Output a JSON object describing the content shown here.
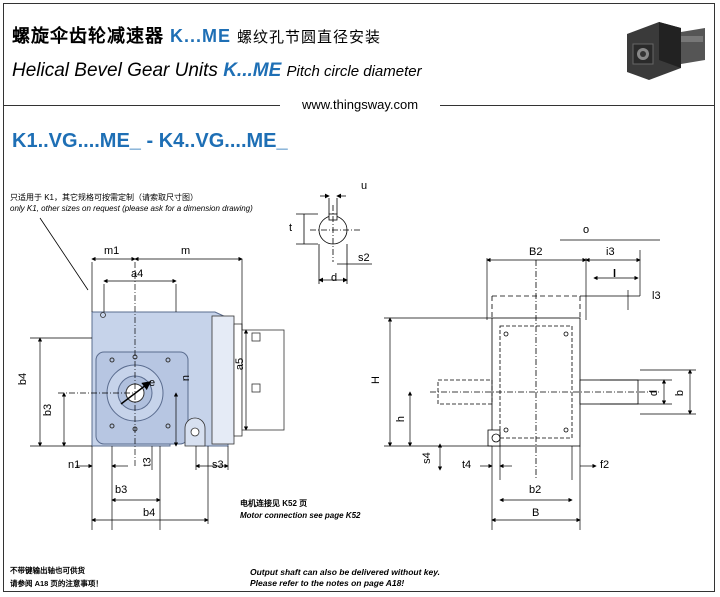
{
  "header": {
    "title_cn": "螺旋伞齿轮减速器",
    "series_code": "K...ME",
    "subtitle_cn": "螺纹孔节圆直径安装",
    "title_en": "Helical Bevel Gear Units",
    "subtitle_en": "Pitch circle diameter",
    "website": "www.thingsway.com"
  },
  "section": {
    "title": "K1..VG....ME_ - K4..VG....ME_"
  },
  "notes": {
    "only_k1_cn": "只适用于 K1，其它规格可按需定制（请索取尺寸图）",
    "only_k1_en": "only K1, other sizes on request (please ask for a dimension drawing)",
    "motor_cn": "电机连接见 K52 页",
    "motor_en": "Motor connection see page K52",
    "key_cn_1": "不带键输出轴也可供货",
    "key_cn_2": "请参阅  A18 页的注意事项！",
    "key_en_1": "Output shaft can also be delivered without key.",
    "key_en_2": "Please refer to the notes on page A18!"
  },
  "dimensions": {
    "u": "u",
    "t": "t",
    "d_shaft": "d",
    "s2": "s2",
    "m1": "m1",
    "m": "m",
    "a4": "a4",
    "a5": "a5",
    "b4": "b4",
    "b3": "b3",
    "e": "e",
    "n": "n",
    "n1": "n1",
    "t3": "t3",
    "s3": "s3",
    "b3_bottom": "b3",
    "b4_bottom": "b4",
    "o": "o",
    "B2": "B2",
    "i3": "i3",
    "l": "l",
    "l3": "l3",
    "H": "H",
    "h": "h",
    "d": "d",
    "b": "b",
    "s4": "s4",
    "t4": "t4",
    "f2": "f2",
    "b2": "b2",
    "B": "B"
  },
  "colors": {
    "accent": "#1e6fb5",
    "housing": "#c6d3ea",
    "housing_edge": "#5a6c8f"
  }
}
